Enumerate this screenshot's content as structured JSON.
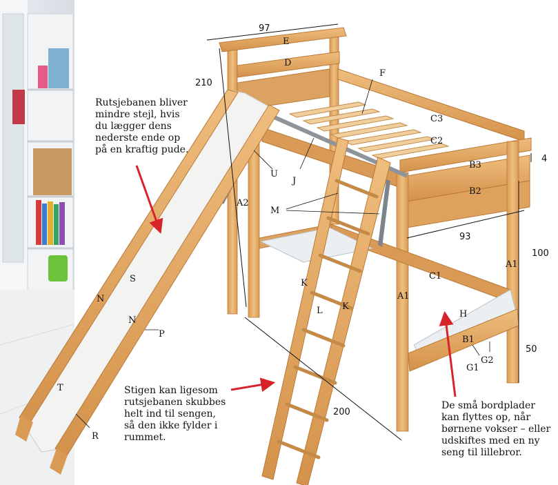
{
  "parts": {
    "E": "E",
    "D": "D",
    "F": "F",
    "C3": "C3",
    "C2": "C2",
    "B3": "B3",
    "B2": "B2",
    "U": "U",
    "J": "J",
    "M": "M",
    "A2": "A2",
    "A1_left": "A1",
    "A1_right": "A1",
    "C1": "C1",
    "K_left": "K",
    "K_right": "K",
    "L": "L",
    "H": "H",
    "B1": "B1",
    "G1": "G1",
    "G2": "G2",
    "S": "S",
    "N_upper": "N",
    "N_lower": "N",
    "P": "P",
    "T": "T",
    "R": "R"
  },
  "dimensions": {
    "width_top": "97",
    "height_top": "210",
    "thickness": "4",
    "depth": "93",
    "upper_height": "100",
    "lower_height": "50",
    "length": "200"
  },
  "notes": {
    "slide": [
      "Rutsjebanen bliver",
      "mindre stejl, hvis",
      "du lægger dens",
      "nederste ende op",
      "på en kraftig pude."
    ],
    "ladder": [
      "Stigen kan ligesom",
      "rutsjebanen skubbes",
      "helt ind til sengen,",
      "så den ikke fylder i",
      "rummet."
    ],
    "table": [
      "De små bordplader",
      "kan flyttes op, når",
      "børnene vokser – eller",
      "udskiftes med en ny",
      "seng til lillebror."
    ]
  },
  "colors": {
    "wood": "#e3a85e",
    "wood_dark": "#c27d3a",
    "wood_light": "#f1c487",
    "arrow": "#d8222a",
    "metal": "#9aa0a6",
    "slide": "#f3f3f1"
  }
}
